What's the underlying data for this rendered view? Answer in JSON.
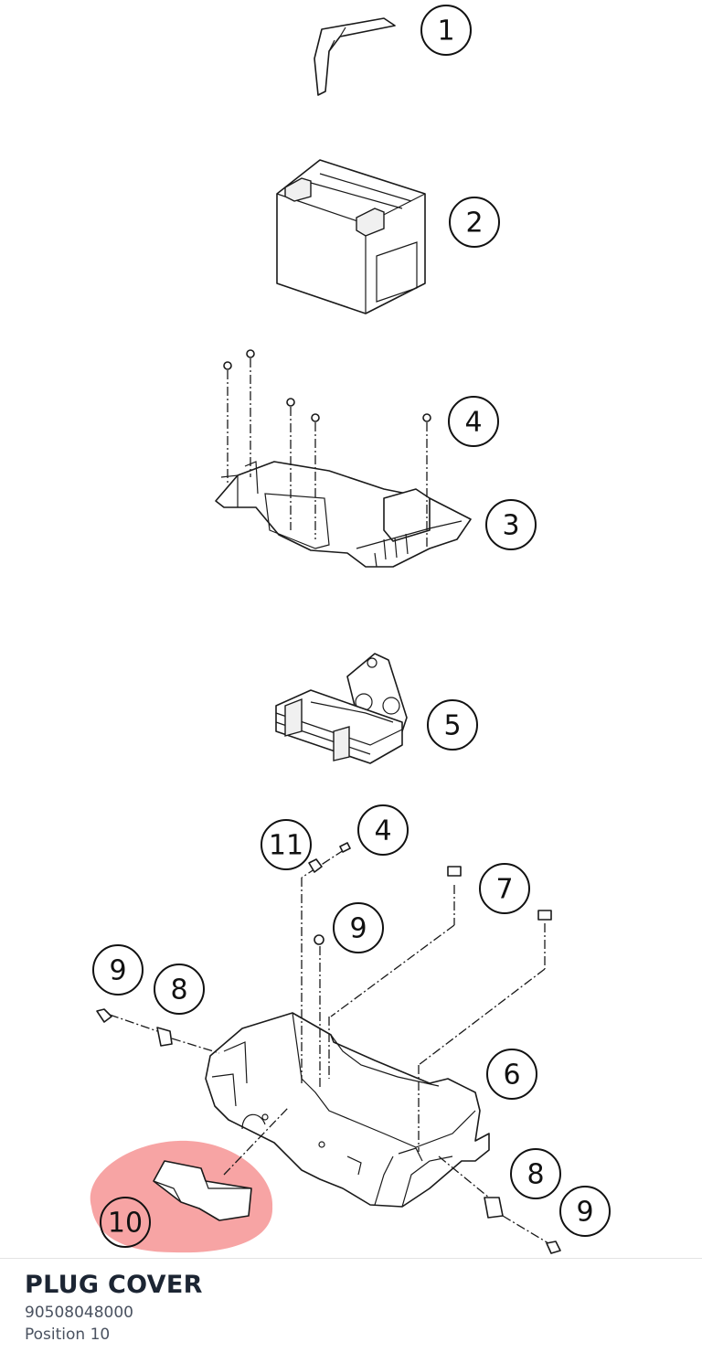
{
  "diagram": {
    "labels": {
      "l1": "1",
      "l2": "2",
      "l3": "3",
      "l4a": "4",
      "l4b": "4",
      "l5": "5",
      "l6": "6",
      "l7": "7",
      "l8a": "8",
      "l8b": "8",
      "l9a": "9",
      "l9b": "9",
      "l9c": "9",
      "l10": "10",
      "l11": "11"
    },
    "highlight_color": "#f05a5a"
  },
  "selected_part": {
    "title": "PLUG COVER",
    "part_number": "90508048000",
    "position": "Position 10"
  }
}
